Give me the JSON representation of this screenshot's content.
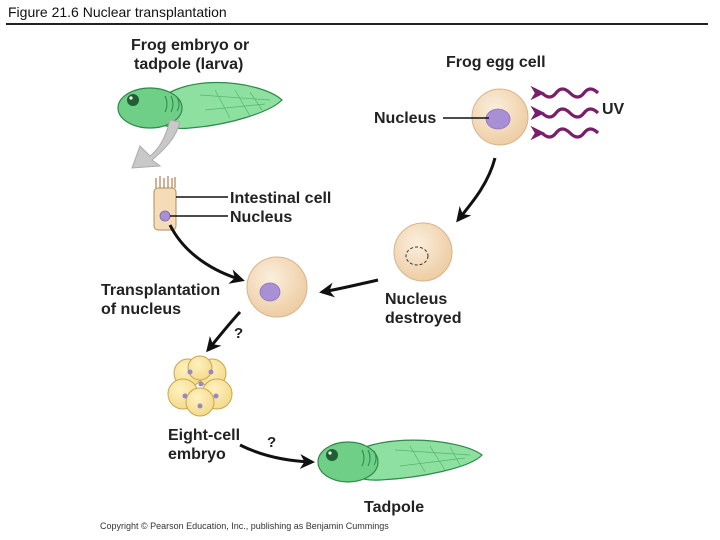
{
  "figure_title": "Figure 21.6  Nuclear transplantation",
  "labels": {
    "frog_embryo_line1": "Frog embryo or",
    "frog_embryo_line2": "tadpole (larva)",
    "frog_egg_cell": "Frog egg cell",
    "nucleus_egg": "Nucleus",
    "uv": "UV",
    "intestinal_cell": "Intestinal cell",
    "nucleus_intestinal": "Nucleus",
    "transplantation_line1": "Transplantation",
    "transplantation_line2": "of nucleus",
    "nucleus_destroyed_line1": "Nucleus",
    "nucleus_destroyed_line2": "destroyed",
    "question_1": "?",
    "eight_cell_line1": "Eight-cell",
    "eight_cell_line2": "embryo",
    "question_2": "?",
    "tadpole": "Tadpole"
  },
  "copyright": "Copyright © Pearson Education, Inc., publishing as Benjamin Cummings",
  "colors": {
    "egg_fill": "#f5dcb8",
    "nucleus_fill": "#a98fd4",
    "tadpole_fill": "#6fcf86",
    "uv_wave": "#7a1e6a",
    "arrow": "#111111",
    "gray_arrow": "#c8c8c8"
  }
}
